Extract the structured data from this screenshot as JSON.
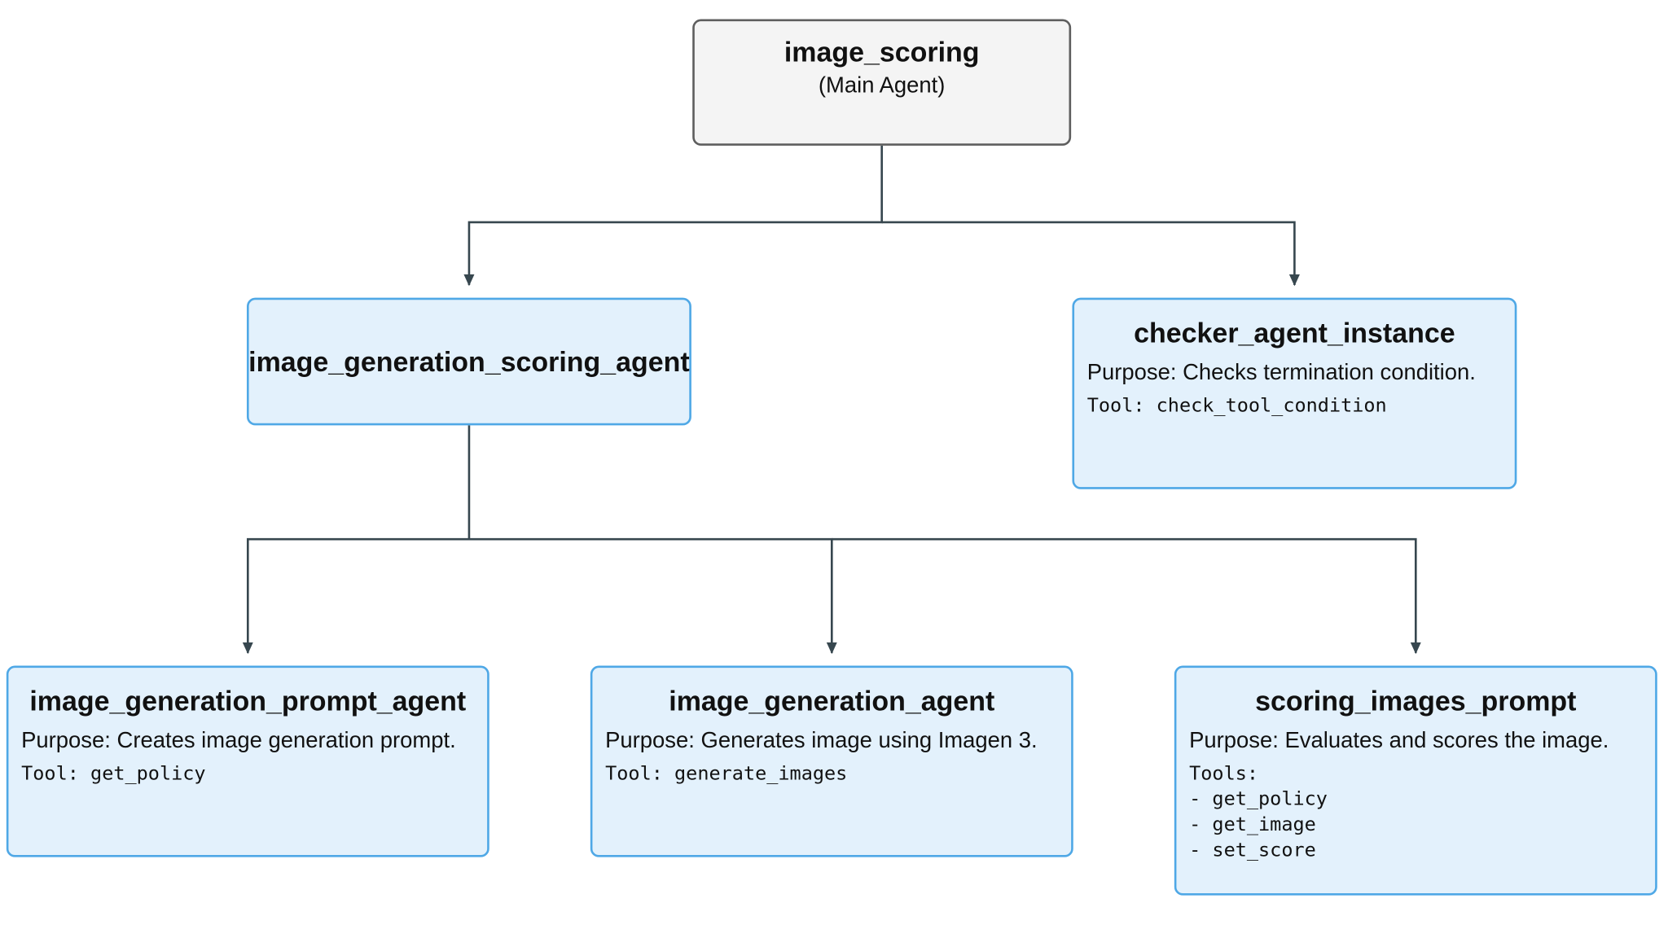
{
  "colors": {
    "main_fill": "#f4f4f4",
    "main_border": "#5e5e5e",
    "agent_fill": "#e3f1fc",
    "agent_border": "#4fa8e6",
    "connector": "#37474f"
  },
  "nodes": {
    "main": {
      "title": "image_scoring",
      "subtitle": "(Main Agent)"
    },
    "image_generation_scoring_agent": {
      "title": "image_generation_scoring_agent"
    },
    "checker_agent_instance": {
      "title": "checker_agent_instance",
      "purpose": "Purpose: Checks termination condition.",
      "tool": "Tool: check_tool_condition"
    },
    "image_generation_prompt_agent": {
      "title": "image_generation_prompt_agent",
      "purpose": "Purpose: Creates image generation prompt.",
      "tool": "Tool: get_policy"
    },
    "image_generation_agent": {
      "title": "image_generation_agent",
      "purpose": "Purpose: Generates image using Imagen 3.",
      "tool": "Tool: generate_images"
    },
    "scoring_images_prompt": {
      "title": "scoring_images_prompt",
      "purpose": "Purpose: Evaluates and scores the image.",
      "tools_label": "Tools:",
      "tools": [
        "- get_policy",
        "- get_image",
        "- set_score"
      ]
    }
  },
  "edges": [
    {
      "from": "main",
      "to": "image_generation_scoring_agent"
    },
    {
      "from": "main",
      "to": "checker_agent_instance"
    },
    {
      "from": "image_generation_scoring_agent",
      "to": "image_generation_prompt_agent"
    },
    {
      "from": "image_generation_scoring_agent",
      "to": "image_generation_agent"
    },
    {
      "from": "image_generation_scoring_agent",
      "to": "scoring_images_prompt"
    }
  ]
}
